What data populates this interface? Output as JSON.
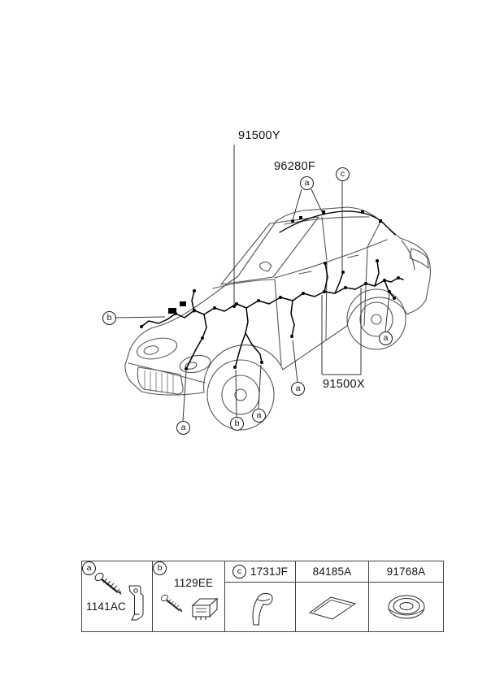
{
  "diagram": {
    "labels": {
      "main": "91500Y",
      "antenna": "96280F",
      "floor": "91500X"
    },
    "callouts": {
      "antenna_a": "a",
      "roof_c": "c",
      "front_b": "b",
      "rear_a": "a",
      "floor_front_a": "a",
      "floor_front_b": "b",
      "floor_mid_a": "a",
      "floor_center_a": "a"
    }
  },
  "legend": {
    "bolt_small": {
      "letter": "a",
      "part": "1141AC"
    },
    "bolt_bracket": {
      "letter": "b",
      "part": "1129EE"
    },
    "grommet_boot": {
      "letter": "c",
      "part": "1731JF"
    },
    "pad": {
      "part": "84185A"
    },
    "grommet_round": {
      "part": "91768A"
    }
  }
}
